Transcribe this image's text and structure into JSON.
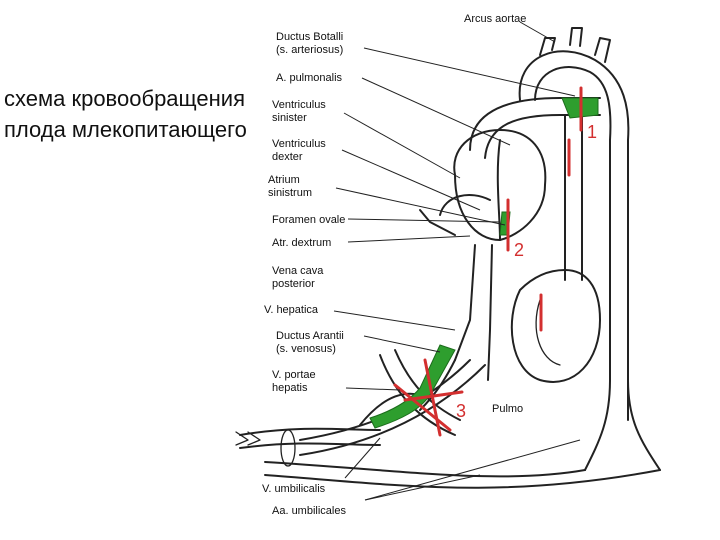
{
  "title_line1": "схема кровообращения",
  "title_line2": "плода млекопитающего",
  "labels": {
    "arcus_aortae": "Arcus aortae",
    "ductus_botalli": "Ductus Botalli",
    "s_arteriosus": "(s. arteriosus)",
    "a_pulmonalis": "A. pulmonalis",
    "ventriculus": "Ventriculus",
    "sinister": "sinister",
    "ventriculus2": "Ventriculus",
    "dexter": "dexter",
    "atrium": "Atrium",
    "sinistrum": "sinistrum",
    "foramen_ovale": "Foramen ovale",
    "atr_dextrum": "Atr. dextrum",
    "vena_cava": "Vena cava",
    "posterior": "posterior",
    "v_hepatica": "V. hepatica",
    "ductus_arantii": "Ductus Arantii",
    "s_venosus": "(s. venosus)",
    "v_portae": "V. portae",
    "hepatis": "hepatis",
    "pulmo": "Pulmo",
    "v_umbilicalis": "V. umbilicalis",
    "aa_umbilicales": "Aa. umbilicales"
  },
  "markers": [
    "1",
    "2",
    "3"
  ],
  "colors": {
    "shunt": "#2e9e2e",
    "marker": "#d32f2f",
    "line": "#222222"
  }
}
